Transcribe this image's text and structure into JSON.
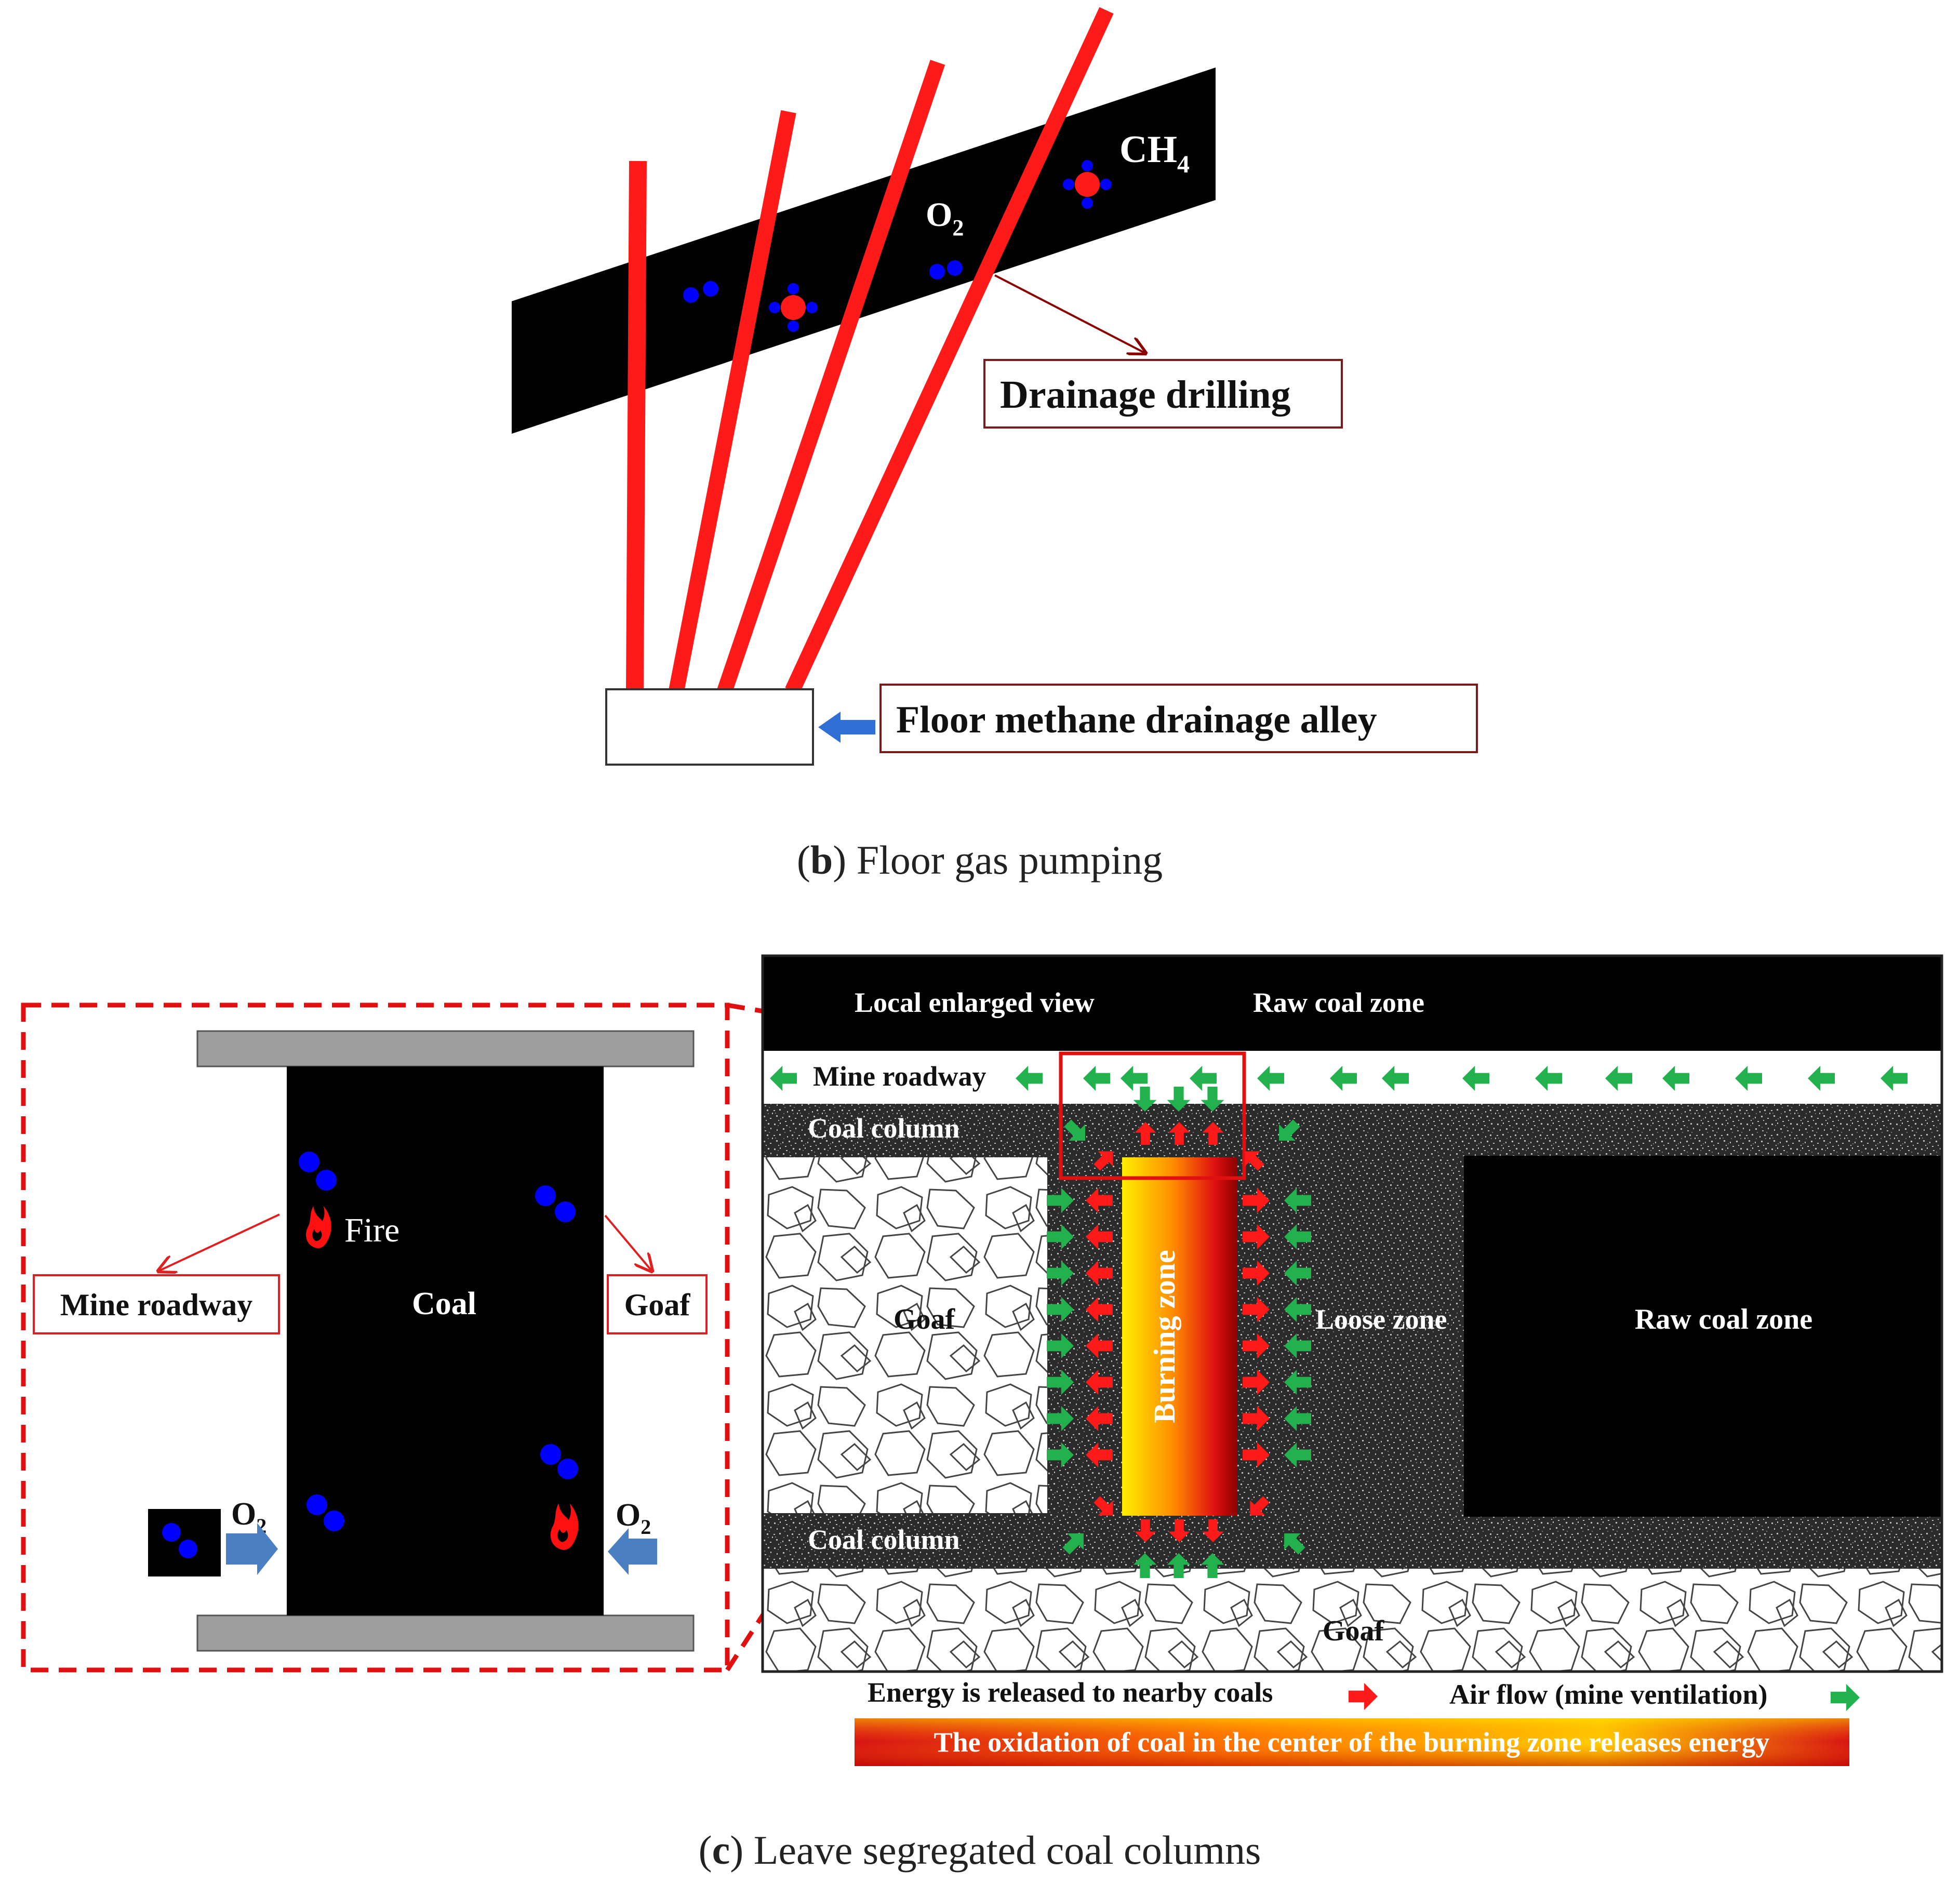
{
  "panel_b": {
    "caption_letter": "b",
    "caption_text": "Floor gas pumping",
    "ch4_label": "CH",
    "ch4_sub": "4",
    "o2_label": "O",
    "o2_sub": "2",
    "drainage_drilling": "Drainage drilling",
    "floor_alley": "Floor methane drainage alley"
  },
  "panel_c": {
    "caption_letter": "c",
    "caption_text": "Leave segregated coal columns",
    "inset": {
      "fire": "Fire",
      "coal": "Coal",
      "mine_roadway": "Mine roadway",
      "goaf": "Goaf",
      "o2_label": "O",
      "o2_sub": "2"
    },
    "local_enlarged_view": "Local enlarged view",
    "raw_coal_zone_top": "Raw coal zone",
    "mine_roadway": "Mine roadway",
    "coal_column_top": "Coal column",
    "coal_column_bottom": "Coal column",
    "goaf_left": "Goaf",
    "burning_zone": "Burning zone",
    "loose_zone": "Loose zone",
    "raw_coal_zone_right": "Raw coal zone",
    "goaf_bottom": "Goaf",
    "legend_energy": "Energy is released to nearby coals",
    "legend_air": "Air flow (mine ventilation)",
    "gradient_bar_text": "The oxidation of coal in the center of the burning zone releases energy",
    "colors": {
      "energy_arrow": "#ff1a1a",
      "air_arrow": "#22b14c",
      "drill_red": "#ff1a1a",
      "o2_blue": "#0000ff"
    }
  }
}
